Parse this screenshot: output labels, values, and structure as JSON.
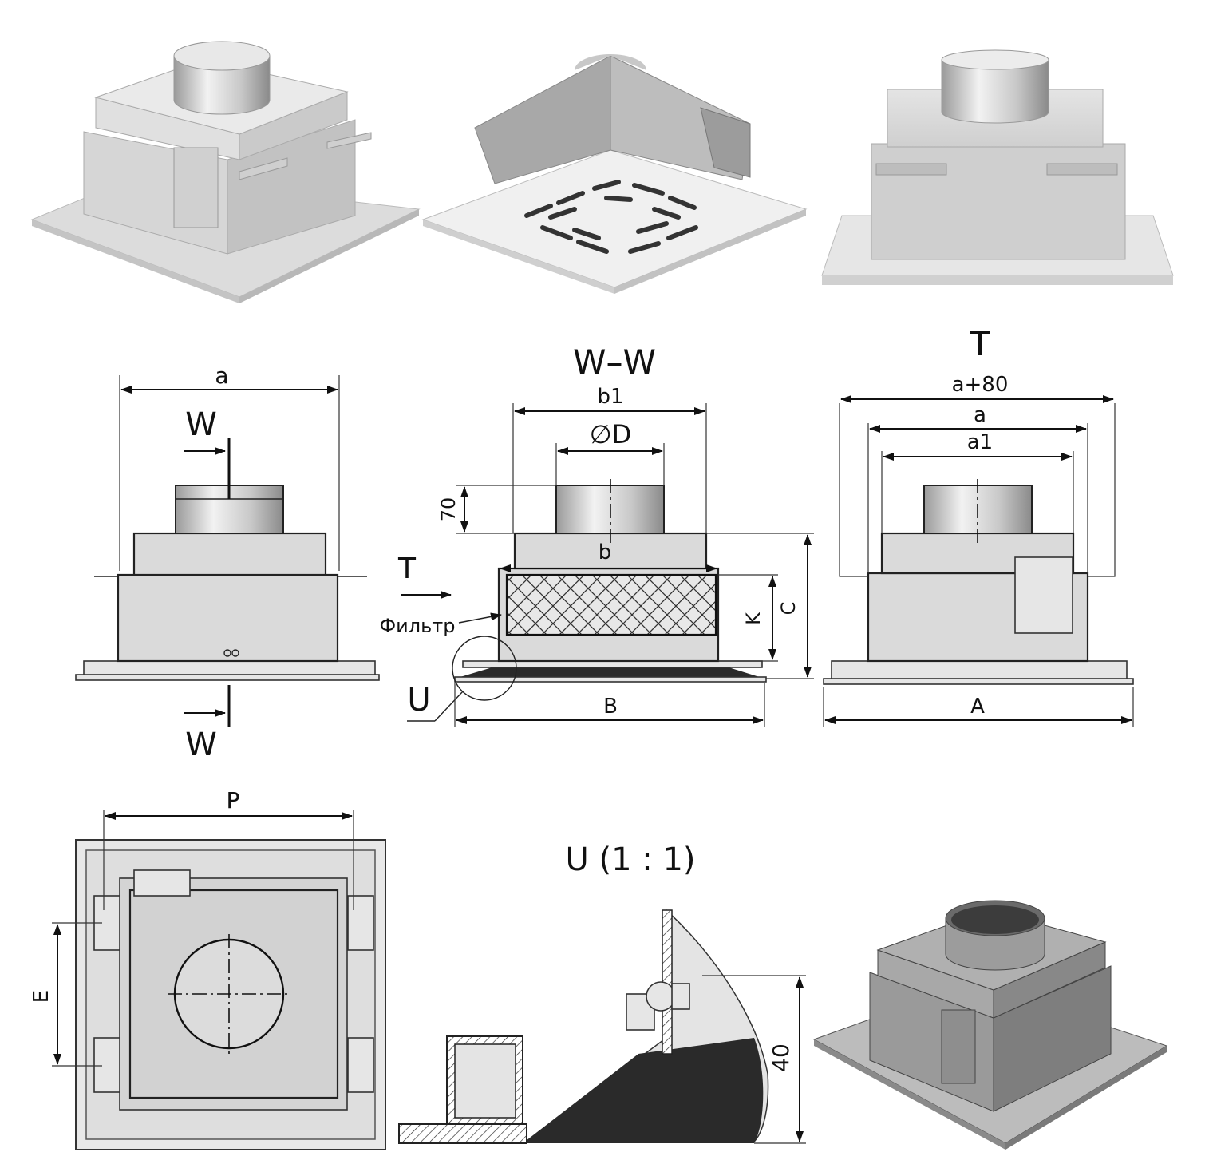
{
  "views": {
    "front": {
      "dim_width": "a",
      "section_mark_top": "W",
      "section_mark_bottom": "W"
    },
    "section": {
      "title": "W–W",
      "dim_b1": "b1",
      "dim_diameter": "∅D",
      "dim_collar_height": "70",
      "dim_b": "b",
      "arrow_view": "T",
      "filter_label": "Фильтр",
      "dim_k": "K",
      "dim_c": "C",
      "detail_mark": "U",
      "dim_bottom": "B"
    },
    "view_t": {
      "title": "T",
      "dim_outer": "a+80",
      "dim_a": "a",
      "dim_a1": "a1",
      "dim_bottom": "A"
    },
    "top": {
      "dim_p": "P",
      "dim_e": "E"
    },
    "detail": {
      "title": "U (1 : 1)",
      "dim_height": "40"
    }
  }
}
